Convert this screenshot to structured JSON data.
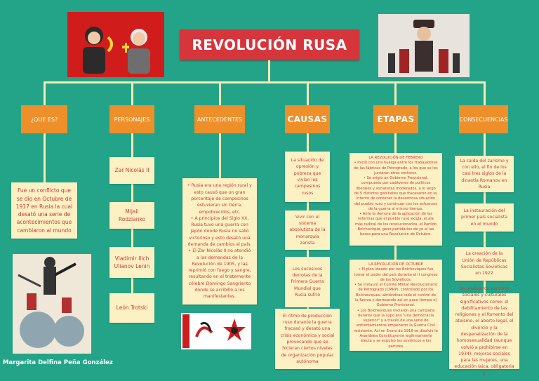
{
  "title": "REVOLUCIÓN RUSA",
  "author": "Margarita Delfina Peña González",
  "colors": {
    "background": "#23a488",
    "title_bg": "#d6353c",
    "header_bg": "#ee8f2a",
    "box_bg": "#fbf1c3",
    "box_text": "#d2363b",
    "connector": "#f7e9b5"
  },
  "headers": [
    "¿QUE ES?",
    "PERSONAJES",
    "ANTECEDENTES",
    "CAUSAS",
    "ETAPAS",
    "CONSECUENCIAS"
  ],
  "que_es": "Fue un conflicto que se dio en Octubre de 1917 en Rusia la cual desató una serie de acontecimientos que cambiaron al mundo",
  "personajes": [
    "Zar Nicolás II",
    "Mijail Rodzianko",
    "Vladimir Ilich Ulianov Lenin",
    "León Trotski"
  ],
  "antecedentes": "• Rusia era una región rural y esto causó que un gran porcentaje de campesinos estuvieran sin tierra, empobrecidos, etc.\n• A principios del Siglo XX, Rusia tuvo una guerra con Japón donde Rusia no salió victorioso y esto desató una demanda de cambios al país.\n• El Zar Nicolás II no atendió a las demandas de la Revolución de 1905, y las reprimió con fuego y sangre, resultando en el tristemente célebre Domingo Sangriento donde se acribilló a los manifestantes.",
  "causas": [
    "La situación de opresión y pobreza que vivían los campesinos rusos",
    "Vivir con el sistema absolutista de la monarquía zarista",
    "Los sucesivos derrotas de la Primera Guerra Mundial que Rusia sufrió",
    "El ritmo de producción ruso durante la guerra fracasó y desató una crisis económica y social provocando que se hicieran ciertos niveles de organización popular autónoma"
  ],
  "etapas": [
    "LA REVOLUCIÓN DE FEBRERO\n• Inició con una huelga entre los trabajadores de las fábricas de Petrogrado, a los que se les juntaron otros sectores.\n• Se erigió un Gobierno Provisional, compuesto por cadáveres de políticos liberales y socialistas moderados, a lo largo de 5 distintos gabinetes que fracasaron en su intento de contener la desastrosa situación del pueblo ruso y continuar con los esfuerzos de la guerra al mismo tiempo.\n• Ante la demora de la aplicación de las reformas que el pueblo ruso exigía, el ala más radical de los revolucionarios, el Partido Bolchevique, ganó partidarios de yo el las bases para una Revolución de Octubre.",
    "LA REVOLUCIÓN DE OCTUBRE\n• El plan ideado por los Bolcheviques fue tomar el poder del país durante el II congreso de los Soviéticos.\n• Se instauró el Comité Militar Revolucionario de Petrogrado (CMRP), controlado por los Bolcheviques, abriéndose todo el control de la fuerza y derrocando así en poco tiempo el Gobierno Provisional.\n• Los Bolcheviques iniciaron una campaña durante que la supo era \"una democracia superior\" y a través de una serie de enfrentamientos empezaron la Guerra Civil resistente. Así en Enero de 1918 se disolvió la Asamblea Constituyente legítimamente electa y se expulsó los soviéticos a los partidos"
  ],
  "consecuencias": [
    "La caída del zarismo y con ello, el fin de los casi tres siglos de la dinastía Romanov en Rusia",
    "La instauración del primer país socialista en el mundo",
    "La creación de la Unión de Repúblicas Socialistas Soviéticas en 1922",
    "Se produjeron cambios sociales y culturales significativos como: el debilitamiento de las religiones y el fomento del ateísmo, el aborto legal, el divorcio y la despenalización de la homosexualidad (aunque volvió a prohibirse en 1934), mejoras sociales para las mujeres, una educación laica, obligatoria y"
  ]
}
